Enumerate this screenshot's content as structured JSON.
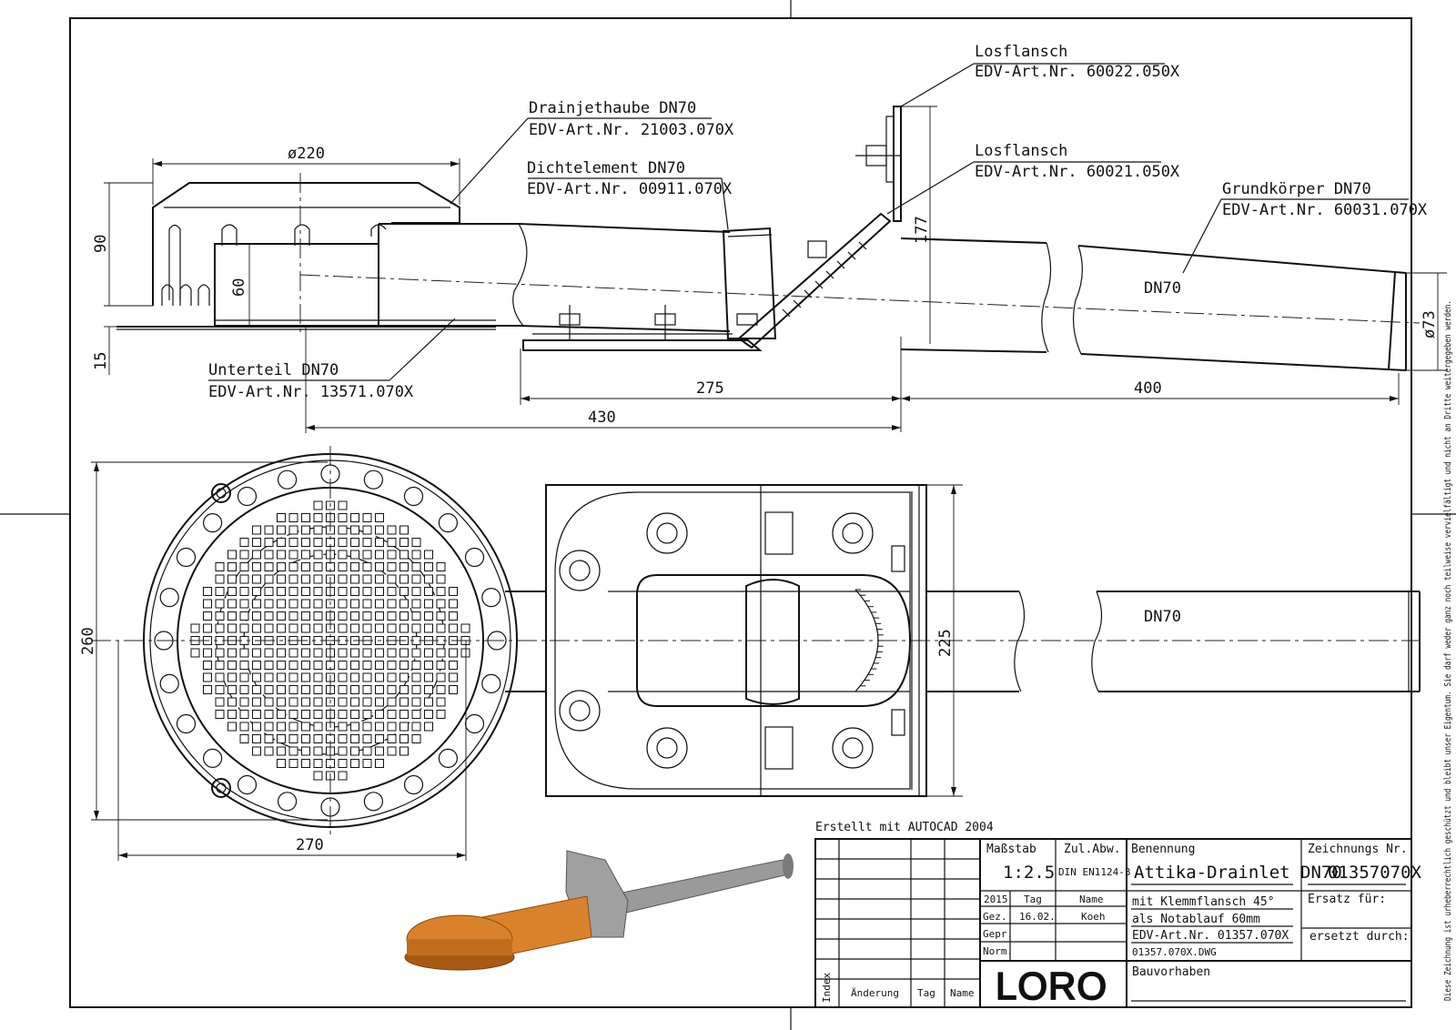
{
  "labels": {
    "losflansch1": {
      "name": "Losflansch",
      "art": "EDV-Art.Nr. 60022.050X"
    },
    "losflansch2": {
      "name": "Losflansch",
      "art": "EDV-Art.Nr. 60021.050X"
    },
    "haube": {
      "name": "Drainjethaube DN70",
      "art": "EDV-Art.Nr. 21003.070X"
    },
    "dicht": {
      "name": "Dichtelement DN70",
      "art": "EDV-Art.Nr. 00911.070X"
    },
    "grund": {
      "name": "Grundkörper DN70",
      "art": "EDV-Art.Nr. 60031.070X"
    },
    "unterteil": {
      "name": "Unterteil DN70",
      "art": "EDV-Art.Nr. 13571.070X"
    },
    "pipe_top": "DN70",
    "pipe_plan": "DN70"
  },
  "dimensions": {
    "d220": "ø220",
    "h90": "90",
    "h60": "60",
    "h15": "15",
    "h177": "177",
    "d73": "ø73",
    "l275": "275",
    "l400": "400",
    "l430": "430",
    "d260": "260",
    "d270": "270",
    "w225": "225"
  },
  "autocad_note": "Erstellt mit AUTOCAD 2004",
  "copyright_note": "Diese Zeichnung ist urheberrechtlich geschützt und bleibt unser Eigentum. Sie darf weder ganz noch teilweise vervielfältigt und nicht an Dritte weitergegeben werden.",
  "title_block": {
    "massstab_label": "Maßstab",
    "massstab_value": "1:2.5",
    "zulabw_label": "Zul.Abw.",
    "zulabw_value": "DIN EN1124-3",
    "benennung_label": "Benennung",
    "benennung_value": "Attika-Drainlet DN70",
    "zeichnungsnr_label": "Zeichnungs Nr.",
    "zeichnungsnr_value": "01357070X",
    "year": "2015",
    "tag_label": "Tag",
    "name_label": "Name",
    "gez_label": "Gez.",
    "gez_tag": "16.02.",
    "gez_name": "Koeh",
    "gepr_label": "Gepr.",
    "norm_label": "Norm.",
    "desc1": "mit Klemmflansch 45°",
    "desc2": "als Notablauf 60mm",
    "desc3": "EDV-Art.Nr. 01357.070X",
    "dwg": "01357.070X.DWG",
    "ersatz_label": "Ersatz für:",
    "ersetzt_label": "ersetzt durch:",
    "bauvorhaben_label": "Bauvorhaben",
    "index_label": "Index",
    "aenderung_label": "Änderung",
    "rev_tag_label": "Tag",
    "rev_name_label": "Name",
    "logo": "LORO"
  },
  "colors": {
    "line": "#111111",
    "paper": "#ffffff",
    "housing_orange": "#d9822b",
    "housing_dark": "#a85a14",
    "steel": "#9a9a9a",
    "steel_dark": "#6e6e6e"
  }
}
